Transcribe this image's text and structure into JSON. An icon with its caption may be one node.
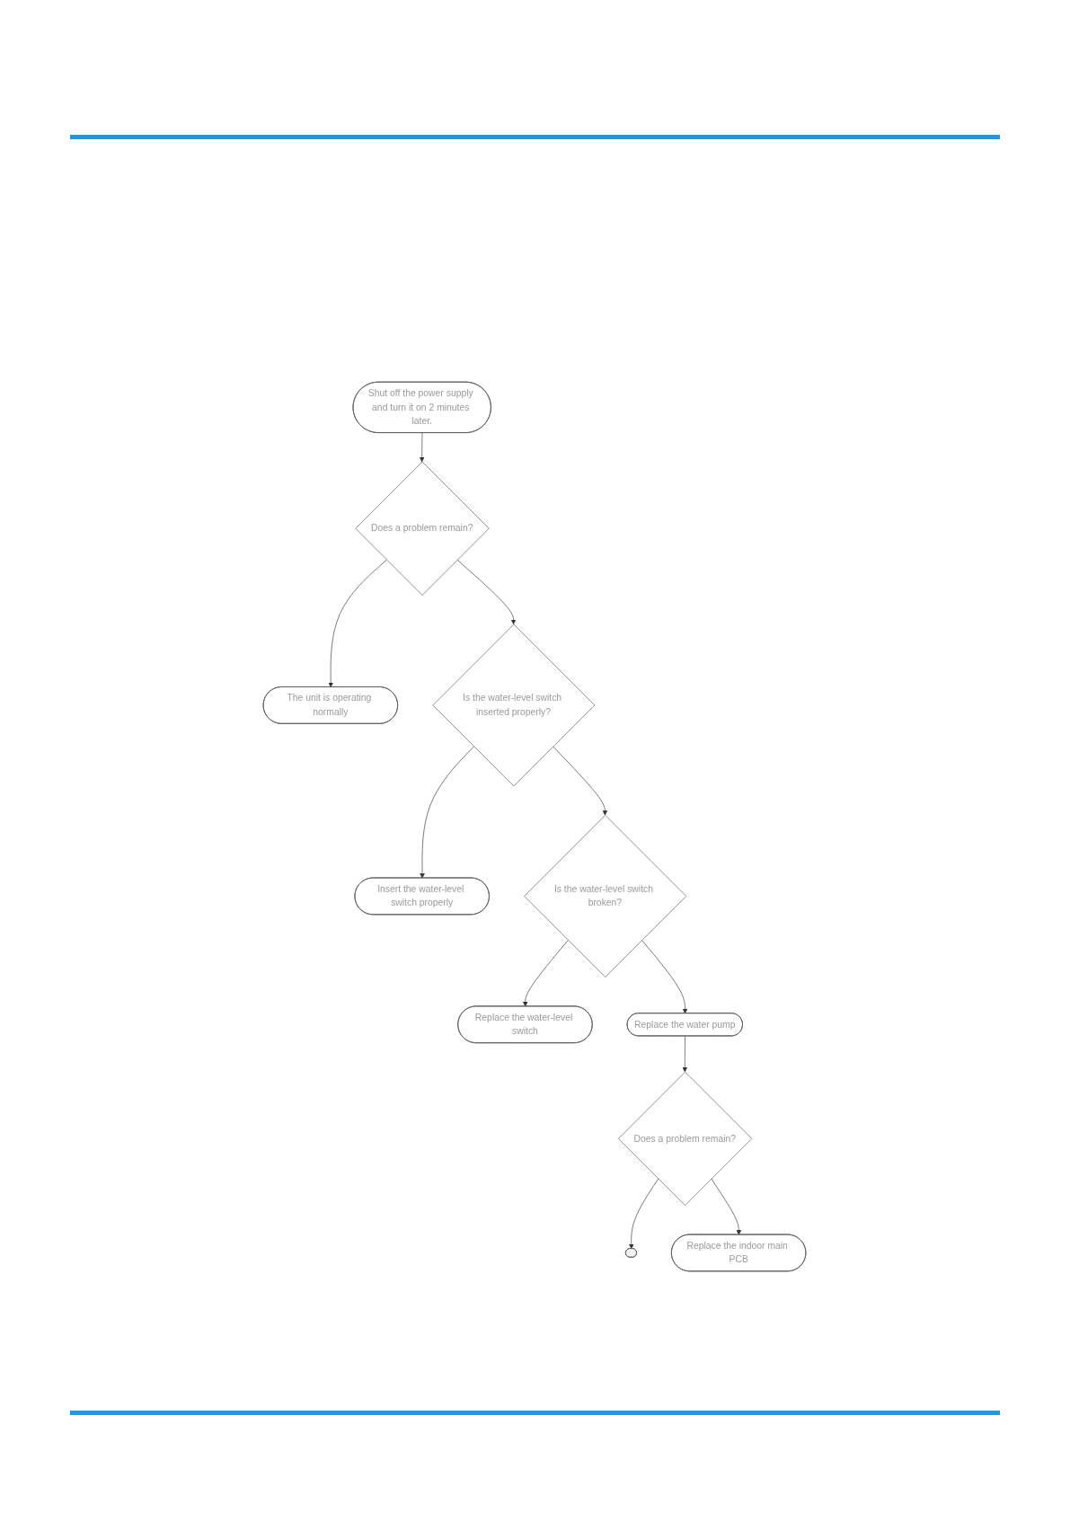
{
  "diagram": {
    "nodes": [
      {
        "text": [
          "Shut off the power supply and turn it on 2 minutes later."
        ]
      },
      {
        "text": [
          "Does a problem remain?"
        ]
      },
      {
        "text": [
          "The unit is operating normally"
        ]
      },
      {
        "text": [
          "Is the water-level switch inserted properly?"
        ]
      },
      {
        "text": [
          "Insert the water-level switch properly"
        ]
      },
      {
        "text": [
          "Is the water-level switch broken?"
        ]
      },
      {
        "text": [
          "Replace the water-level switch"
        ]
      },
      {
        "text": [
          "Replace the water pump"
        ]
      },
      {
        "text": [
          "Does a problem remain?"
        ]
      },
      {
        "text": [],
        "shape": "box"
      },
      {
        "text": [
          "Replace the indoor main PCB"
        ]
      }
    ],
    "edges": [
      {
        "from": 0,
        "to": 1,
        "arrow": "to"
      },
      {
        "from": 1,
        "to": 2,
        "arrow": "to"
      },
      {
        "from": 1,
        "to": 3,
        "arrow": "to"
      },
      {
        "from": 3,
        "to": 4,
        "arrow": "to"
      },
      {
        "from": 3,
        "to": 5,
        "arrow": "to"
      },
      {
        "from": 5,
        "to": 6,
        "arrow": "to"
      },
      {
        "from": 5,
        "to": 7,
        "arrow": "to"
      },
      {
        "from": 7,
        "to": 8,
        "arrow": "to"
      },
      {
        "from": 8,
        "to": 9,
        "arrow": "to"
      },
      {
        "from": 8,
        "to": 10,
        "arrow": "to"
      }
    ]
  }
}
